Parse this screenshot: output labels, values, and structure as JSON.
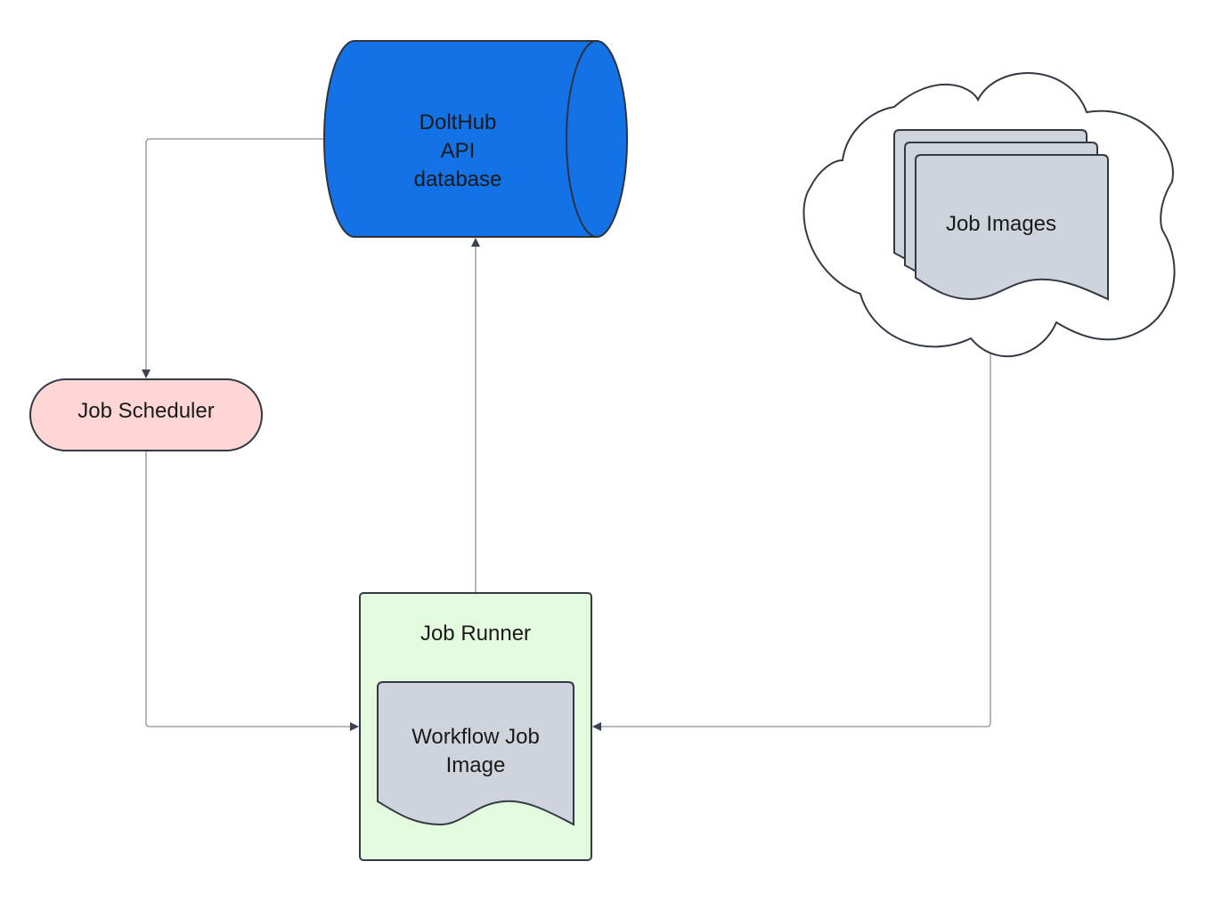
{
  "database": {
    "lines": [
      "DoltHub",
      "API",
      "database"
    ],
    "fill": "#1372E5"
  },
  "scheduler": {
    "label": "Job Scheduler",
    "fill": "#FFD6D6"
  },
  "runner": {
    "label": "Job Runner",
    "fill": "#E3FADF",
    "workflow_image": {
      "lines": [
        "Workflow Job",
        "Image"
      ],
      "fill": "#CFD3DB"
    }
  },
  "cloud": {
    "images_label": "Job Images",
    "doc_fill": "#CFD3DB"
  },
  "colors": {
    "stroke": "#333a44",
    "connector": "#8a9099",
    "arrowhead": "#3b4352"
  },
  "edges": [
    {
      "from": "database",
      "to": "scheduler"
    },
    {
      "from": "scheduler",
      "to": "runner"
    },
    {
      "from": "runner",
      "to": "database"
    },
    {
      "from": "cloud",
      "to": "runner"
    }
  ]
}
